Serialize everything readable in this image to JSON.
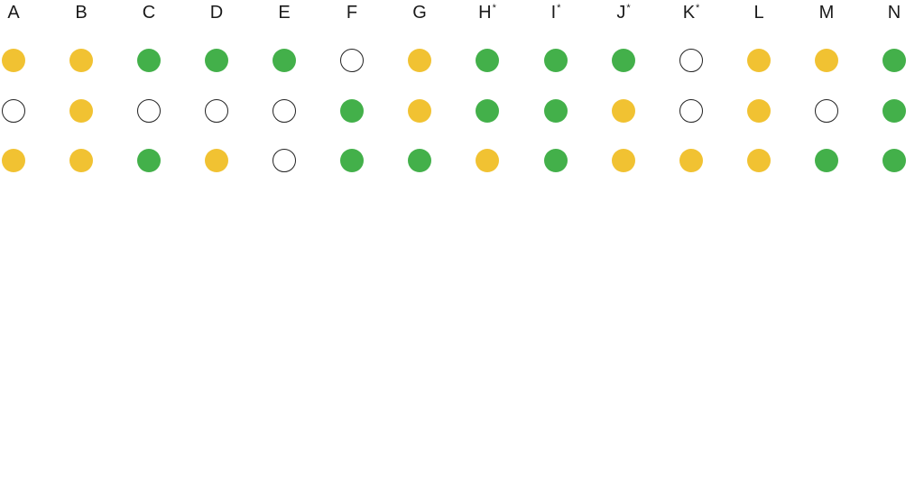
{
  "colors": {
    "green": "#43b04a",
    "yellow": "#f1c232",
    "empty_outline": "#222222"
  },
  "columns": [
    {
      "label": "A",
      "mark": ""
    },
    {
      "label": "B",
      "mark": ""
    },
    {
      "label": "C",
      "mark": ""
    },
    {
      "label": "D",
      "mark": ""
    },
    {
      "label": "E",
      "mark": ""
    },
    {
      "label": "F",
      "mark": ""
    },
    {
      "label": "G",
      "mark": ""
    },
    {
      "label": "H",
      "mark": "*"
    },
    {
      "label": "I",
      "mark": "*"
    },
    {
      "label": "J",
      "mark": "*"
    },
    {
      "label": "K",
      "mark": "*"
    },
    {
      "label": "L",
      "mark": ""
    },
    {
      "label": "M",
      "mark": ""
    },
    {
      "label": "N",
      "mark": ""
    }
  ],
  "rows": [
    [
      "yellow",
      "yellow",
      "green",
      "green",
      "green",
      "empty",
      "yellow",
      "green",
      "green",
      "green",
      "empty",
      "yellow",
      "yellow",
      "green"
    ],
    [
      "empty",
      "yellow",
      "empty",
      "empty",
      "empty",
      "green",
      "yellow",
      "green",
      "green",
      "yellow",
      "empty",
      "yellow",
      "empty",
      "green"
    ],
    [
      "yellow",
      "yellow",
      "green",
      "yellow",
      "empty",
      "green",
      "green",
      "yellow",
      "green",
      "yellow",
      "yellow",
      "yellow",
      "green",
      "green"
    ]
  ]
}
